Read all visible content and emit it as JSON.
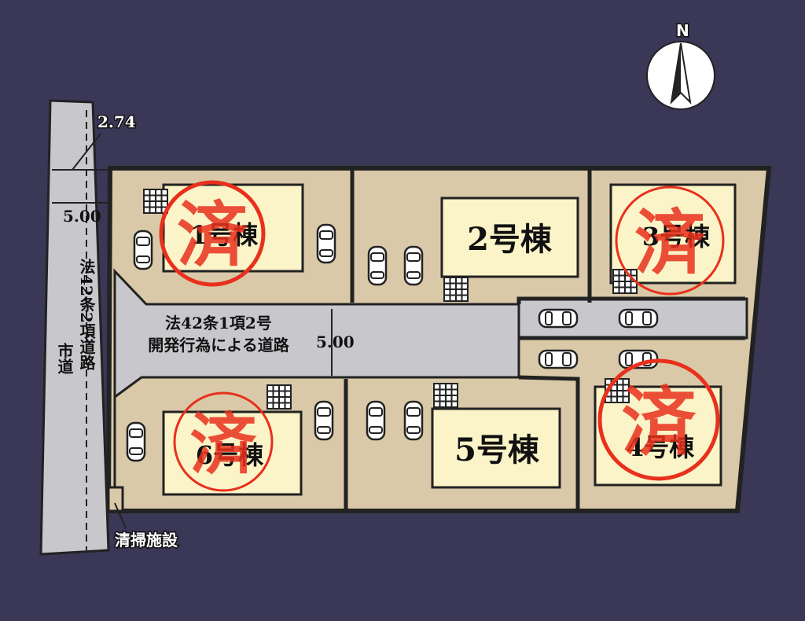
{
  "compass": {
    "label": "N"
  },
  "dimensions": {
    "top_width": "2.74",
    "road_width": "5.00",
    "dev_road_width": "5.00"
  },
  "city_road": {
    "line1": "法42条2項道路",
    "line2": "市道"
  },
  "dev_road": {
    "line1": "法42条1項2号",
    "line2": "開発行為による道路"
  },
  "facility": {
    "label": "清掃施設"
  },
  "buildings": [
    {
      "id": "1",
      "label": "1号棟",
      "sold": true
    },
    {
      "id": "2",
      "label": "2号棟",
      "sold": false
    },
    {
      "id": "3",
      "label": "3号棟",
      "sold": true
    },
    {
      "id": "4",
      "label": "4号棟",
      "sold": true
    },
    {
      "id": "5",
      "label": "5号棟",
      "sold": false
    },
    {
      "id": "6",
      "label": "6号棟",
      "sold": true
    }
  ],
  "stamp": {
    "text": "済"
  },
  "colors": {
    "background": "#3a3757",
    "lot": "#d9c9a8",
    "house": "#fbf4c8",
    "road": "#c8c8cc",
    "stamp": "#e8301c"
  }
}
